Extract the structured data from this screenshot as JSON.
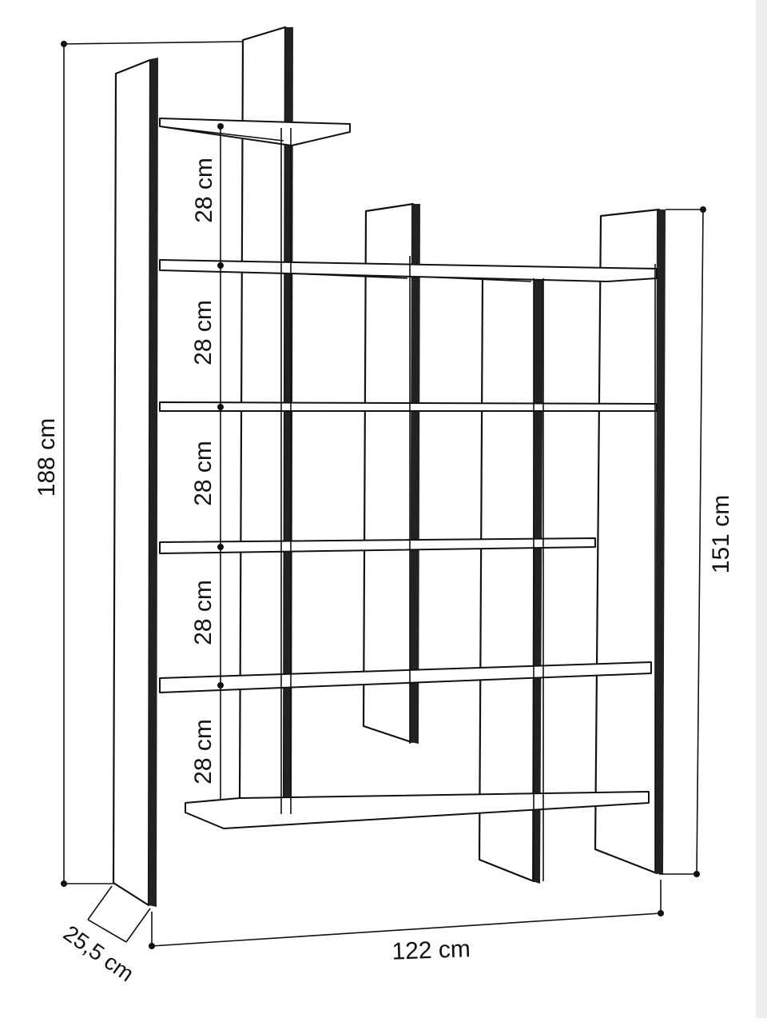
{
  "dimensions": {
    "total_height": "188 cm",
    "right_height": "151 cm",
    "width": "122 cm",
    "depth": "25,5 cm",
    "shelf_spacings": [
      "28 cm",
      "28 cm",
      "28 cm",
      "28 cm",
      "28 cm"
    ]
  },
  "colors": {
    "line": "#111111",
    "background": "#ffffff",
    "right_strip": "#eeeef0"
  }
}
